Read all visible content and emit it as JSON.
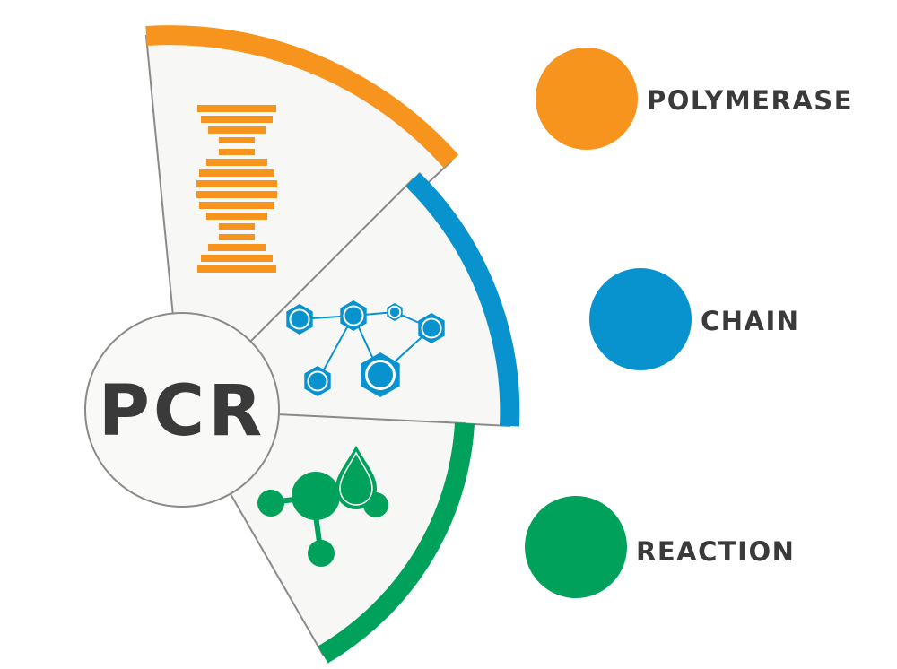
{
  "colors": {
    "polymerase": "#f7941d",
    "chain": "#0893cf",
    "reaction": "#00a25b",
    "sector_fill": "#f7f7f5",
    "outline": "#8a8a8a",
    "text": "#3a3a3a"
  },
  "center": {
    "label": "PCR"
  },
  "legend": [
    {
      "label": "POLYMERASE",
      "color_key": "polymerase",
      "icon": "orange-circle"
    },
    {
      "label": "CHAIN",
      "color_key": "chain",
      "icon": "blue-circle"
    },
    {
      "label": "REACTION",
      "color_key": "reaction",
      "icon": "green-circle"
    }
  ],
  "sectors": [
    {
      "name": "polymerase",
      "icon": "dna-helix-icon"
    },
    {
      "name": "chain",
      "icon": "molecule-chain-icon"
    },
    {
      "name": "reaction",
      "icon": "reaction-flask-icon"
    }
  ]
}
